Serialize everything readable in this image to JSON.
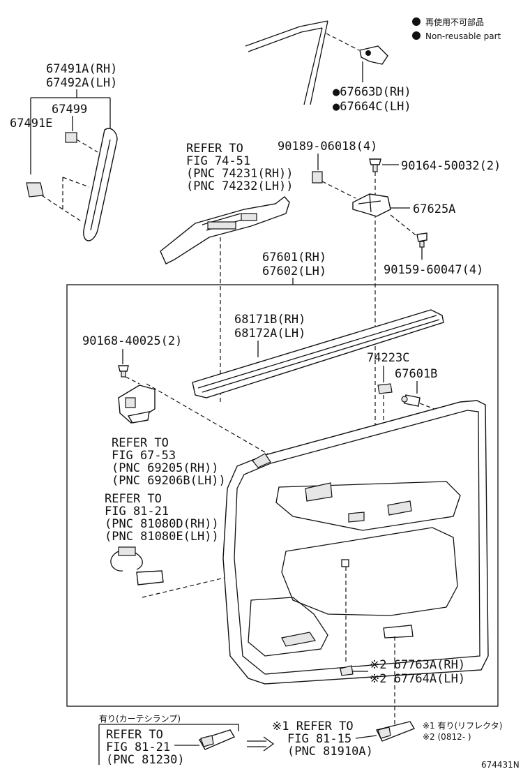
{
  "legend": {
    "items": [
      {
        "text": "再使用不可部品"
      },
      {
        "text": "Non-reusable part"
      }
    ]
  },
  "labels": {
    "p67491a": "67491A(RH)",
    "p67492a": "67492A(LH)",
    "p67499": "67499",
    "p67491e": "67491E",
    "p67663d": "●67663D(RH)",
    "p67664c": "●67664C(LH)",
    "ref7451_1": "REFER TO",
    "ref7451_2": "FIG 74-51",
    "ref7451_3": "(PNC 74231(RH))",
    "ref7451_4": "(PNC 74232(LH))",
    "p90189": "90189-06018(4)",
    "p90164": "90164-50032(2)",
    "p67625a": "67625A",
    "p90159": "90159-60047(4)",
    "p67601": "67601(RH)",
    "p67602": "67602(LH)",
    "p68171b": "68171B(RH)",
    "p68172a": "68172A(LH)",
    "p90168": "90168-40025(2)",
    "p74223c": "74223C",
    "p67601b": "67601B",
    "ref6753_1": "REFER TO",
    "ref6753_2": "FIG 67-53",
    "ref6753_3": "(PNC 69205(RH))",
    "ref6753_4": "(PNC 69206B(LH))",
    "ref8121_1": "REFER TO",
    "ref8121_2": "FIG 81-21",
    "ref8121_3": "(PNC 81080D(RH))",
    "ref8121_4": "(PNC 81080E(LH))",
    "p67763a": "※2 67763A(RH)",
    "p67764a": "※2 67764A(LH)",
    "box_caption": "有り(カーテシランプ)",
    "box_ref_1": "REFER TO",
    "box_ref_2": "FIG 81-21",
    "box_ref_3": "(PNC 81230)",
    "ref8115_0": "※1 REFER TO",
    "ref8115_2": "FIG 81-15",
    "ref8115_3": "(PNC 81910A)",
    "note1": "※1 有り(リフレクタ)",
    "note2": "※2 (0812-      )",
    "fig_id": "674431N"
  }
}
